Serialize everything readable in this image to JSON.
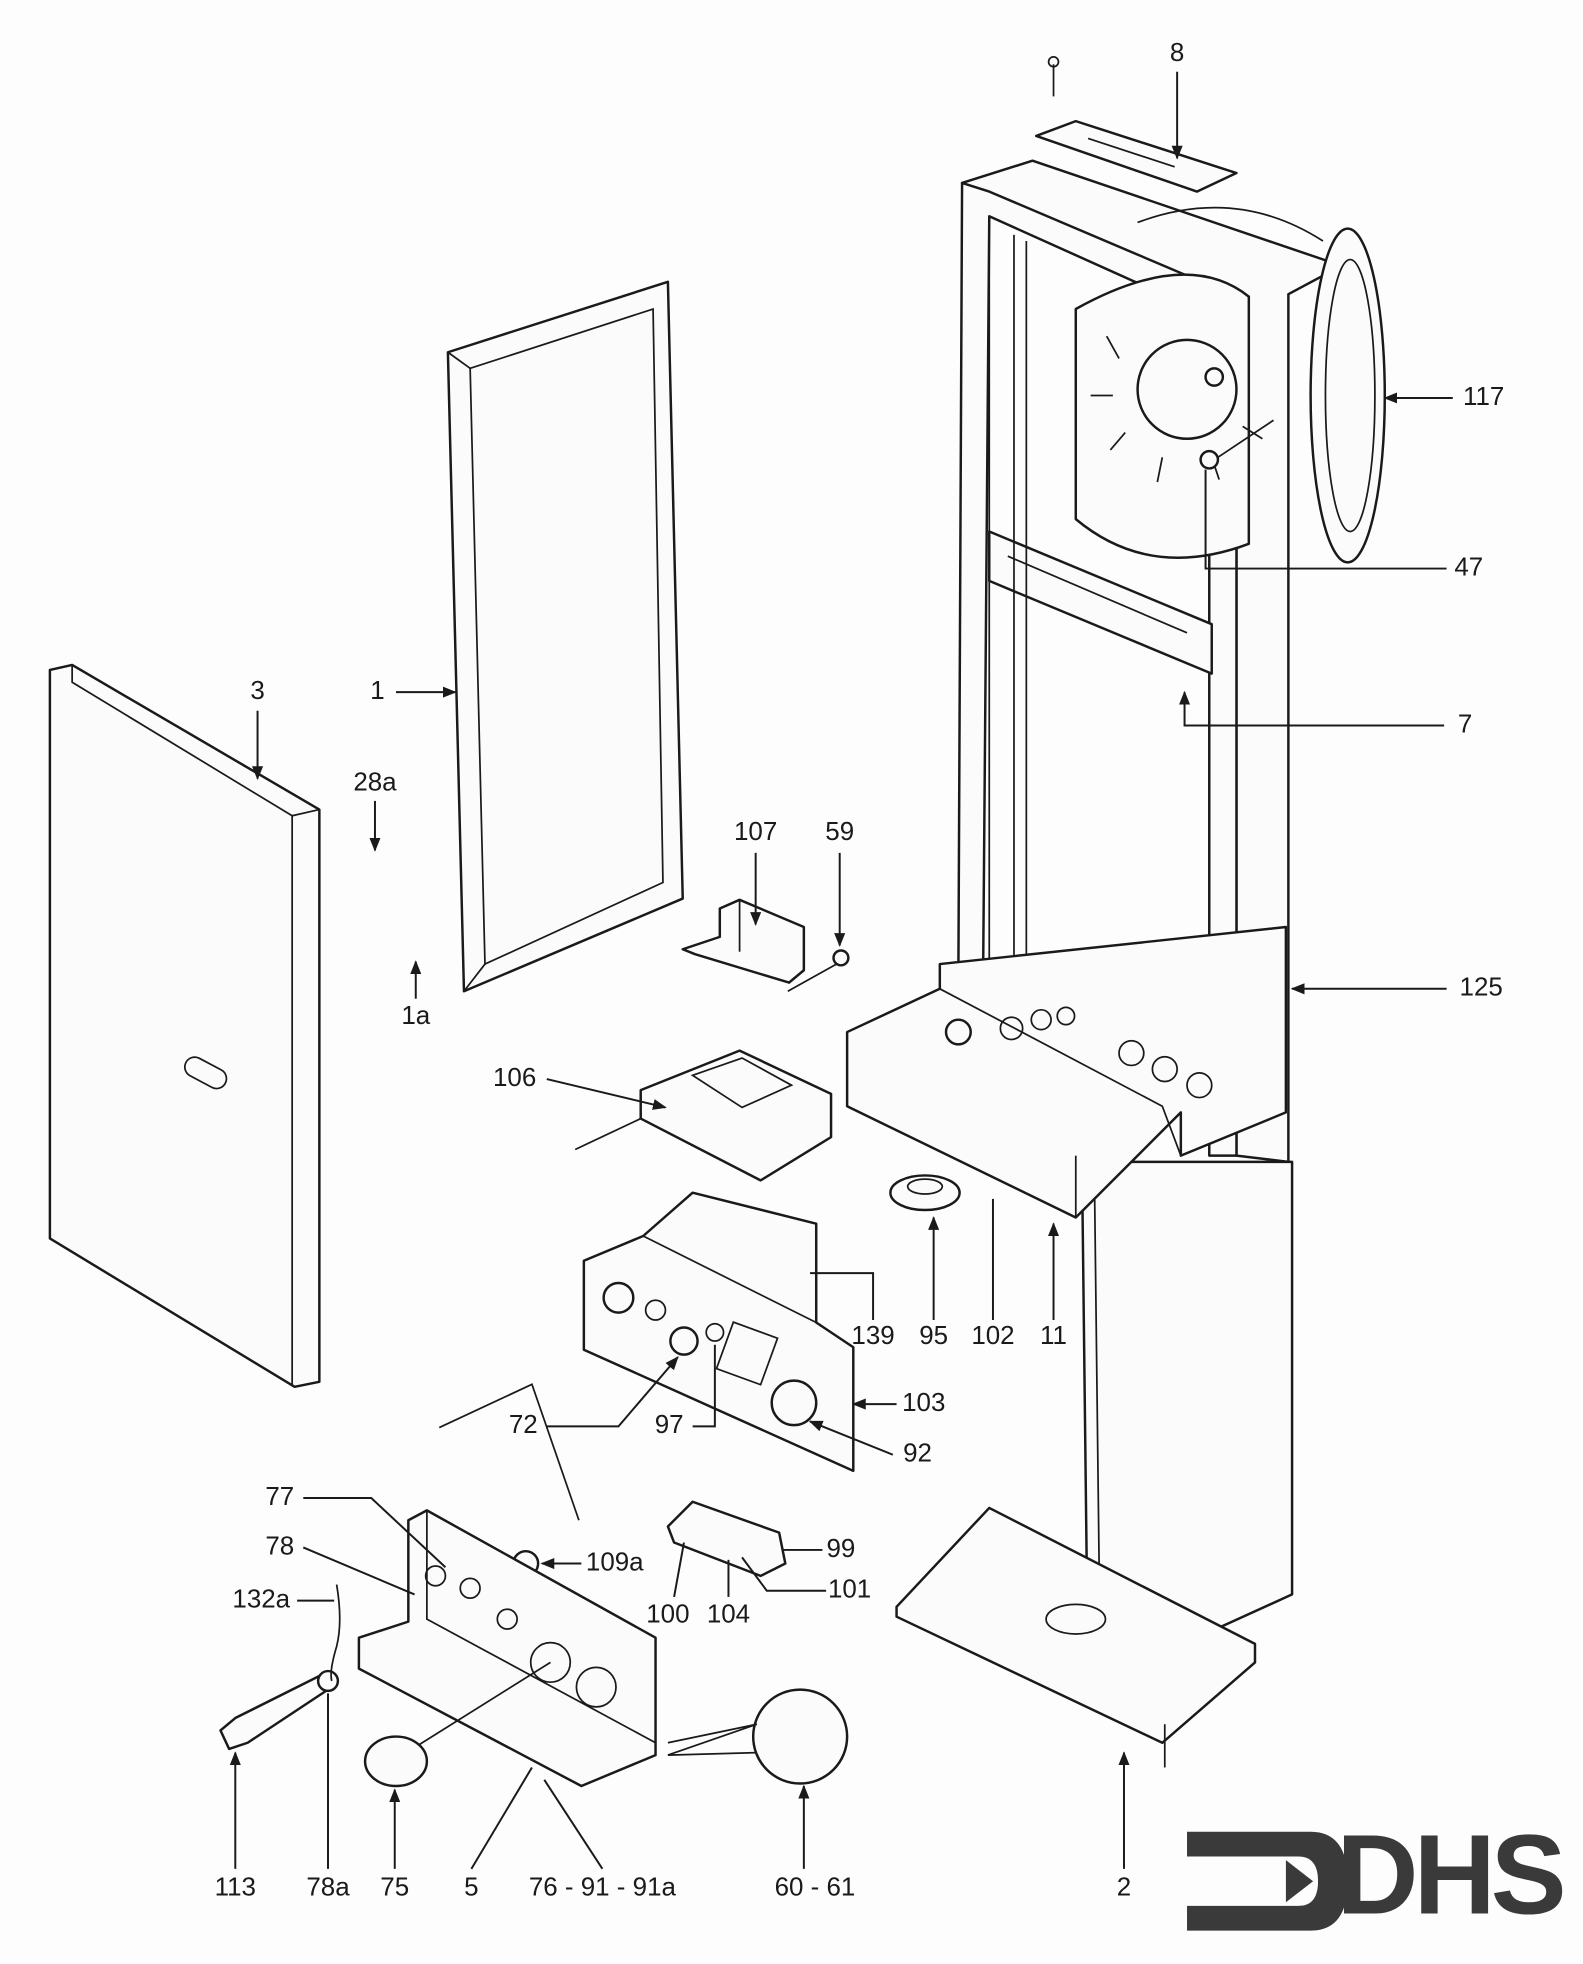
{
  "diagram": {
    "type": "exploded parts diagram",
    "ink_color": "#1a1a1a",
    "labels": [
      "8",
      "117",
      "47",
      "7",
      "125",
      "3",
      "1",
      "28a",
      "1a",
      "107",
      "59",
      "106",
      "139",
      "95",
      "102",
      "11",
      "103",
      "72",
      "97",
      "92",
      "77",
      "78",
      "132a",
      "109a",
      "99",
      "101",
      "100",
      "104",
      "113",
      "78a",
      "75",
      "5",
      "76 - 91 - 91a",
      "60 - 61",
      "2"
    ]
  },
  "logo": {
    "text": "DHS",
    "color": "#3a3a3a"
  }
}
